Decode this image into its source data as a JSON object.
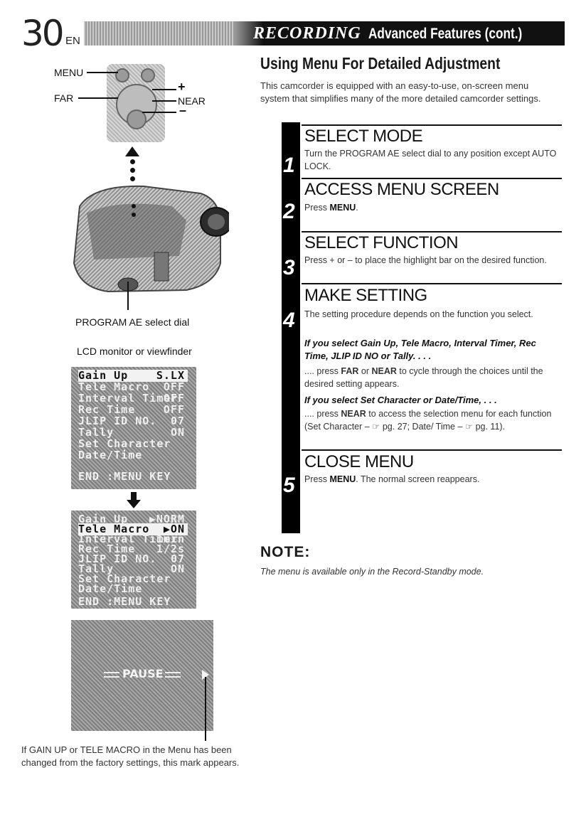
{
  "header": {
    "page_number": "30",
    "lang": "EN",
    "title_part1": "RECORDING",
    "title_part2": "Advanced Features (cont.)"
  },
  "illustration": {
    "labels": {
      "menu": "MENU",
      "plus": "+",
      "far": "FAR",
      "near": "NEAR",
      "minus": "–"
    },
    "dial_caption": "PROGRAM AE select dial",
    "monitor_caption": "LCD monitor or viewfinder"
  },
  "screen1": {
    "rows": [
      {
        "label": "Gain Up",
        "value": "S.LX"
      },
      {
        "label": "Tele Macro",
        "value": "OFF"
      },
      {
        "label": "Interval Timer",
        "value": "OFF"
      },
      {
        "label": "Rec Time",
        "value": "OFF"
      },
      {
        "label": "JLIP ID NO.",
        "value": "07"
      },
      {
        "label": "Tally",
        "value": "ON"
      },
      {
        "label": "Set Character",
        "value": ""
      },
      {
        "label": "Date/Time",
        "value": ""
      }
    ],
    "footer": "END :MENU KEY"
  },
  "screen2": {
    "rows": [
      {
        "label": "Gain Up",
        "value": "▶NORM"
      },
      {
        "label": "Tele Macro",
        "value": "▶ON"
      },
      {
        "label": "Interval Timer",
        "value": "1min"
      },
      {
        "label": "Rec Time",
        "value": "1/2s"
      },
      {
        "label": "JLIP ID NO.",
        "value": "07"
      },
      {
        "label": "Tally",
        "value": "ON"
      },
      {
        "label": "Set Character",
        "value": ""
      },
      {
        "label": "Date/Time",
        "value": ""
      }
    ],
    "footer": "END :MENU KEY"
  },
  "screen3": {
    "pause": "PAUSE"
  },
  "bottom_caption": "If GAIN UP or TELE MACRO in the Menu has been changed from the factory settings, this mark appears.",
  "content": {
    "section_title": "Using Menu For Detailed Adjustment",
    "intro": "This camcorder is equipped with an easy-to-use, on-screen menu system that simplifies many of the more detailed camcorder settings.",
    "steps": [
      {
        "num": "1",
        "title": "SELECT MODE",
        "text": "Turn the PROGRAM AE select dial to any position except AUTO LOCK."
      },
      {
        "num": "2",
        "title": "ACCESS MENU SCREEN",
        "text_pre": "Press ",
        "text_bold": "MENU",
        "text_post": "."
      },
      {
        "num": "3",
        "title": "SELECT FUNCTION",
        "text": "Press + or – to place the highlight bar on the desired function."
      },
      {
        "num": "4",
        "title": "MAKE SETTING",
        "text": "The setting procedure depends on the function you select.",
        "case1_heading": "If you select Gain Up, Tele Macro, Interval Timer, Rec Time, JLIP ID NO or Tally. . . .",
        "case1_pre": ".... press ",
        "case1_far": "FAR",
        "case1_or": " or ",
        "case1_near": "NEAR",
        "case1_post": " to cycle through the choices until the desired setting appears.",
        "case2_heading": "If you select Set Character or Date/Time, . . .",
        "case2_pre": ".... press ",
        "case2_near": "NEAR",
        "case2_post": " to access the selection menu for each function (Set Character – ☞ pg. 27; Date/ Time – ☞ pg. 11)."
      },
      {
        "num": "5",
        "title": "CLOSE MENU",
        "text_pre": "Press ",
        "text_bold": "MENU",
        "text_post": ". The normal screen reappears."
      }
    ],
    "note_heading": "NOTE:",
    "note_text": "The menu is available only in the Record-Standby mode."
  }
}
